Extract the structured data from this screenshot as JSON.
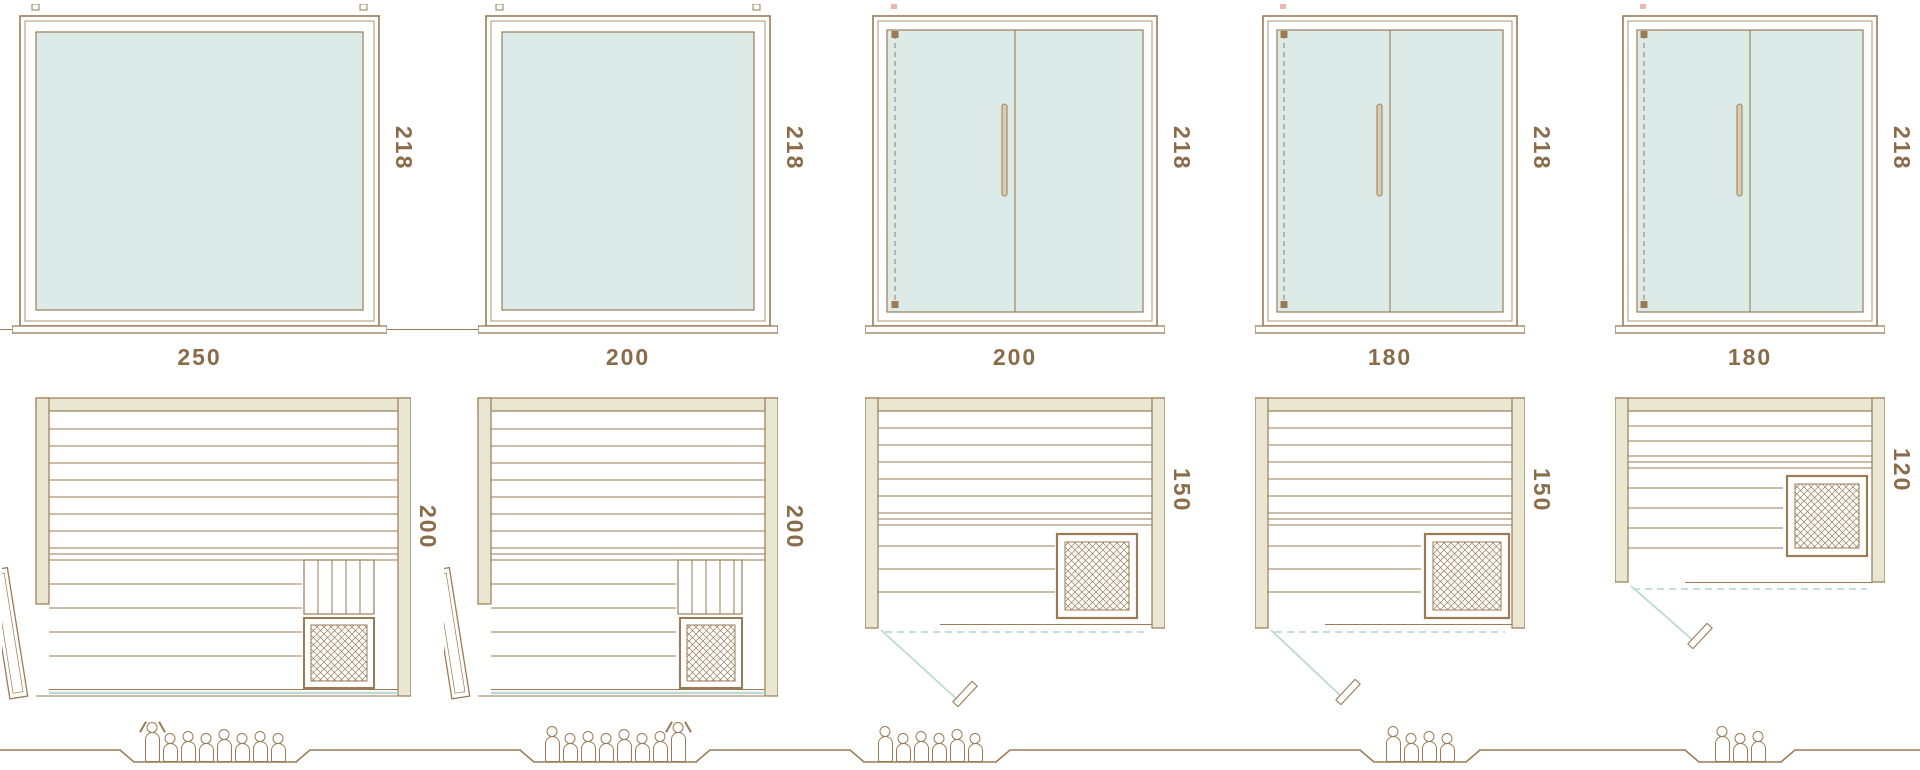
{
  "diagram": {
    "title": "sauna-size-comparison",
    "colors": {
      "line": "#9a7b55",
      "glass": "#dcebe8",
      "wall": "#e9e6d2",
      "door_swing": "#bcd9d5",
      "label": "#8a6c49",
      "marker_pink": "#e9b8b0"
    },
    "models": [
      {
        "width_cm": "250",
        "height_cm": "218",
        "depth_cm": "200",
        "front": "glass-panel",
        "door": "side-hinged-left",
        "capacity": 8
      },
      {
        "width_cm": "200",
        "height_cm": "218",
        "depth_cm": "200",
        "front": "glass-panel",
        "door": "side-hinged-left",
        "capacity": 8
      },
      {
        "width_cm": "200",
        "height_cm": "218",
        "depth_cm": "150",
        "front": "double-glass-door",
        "door": "front-left",
        "capacity": 6
      },
      {
        "width_cm": "180",
        "height_cm": "218",
        "depth_cm": "150",
        "front": "double-glass-door",
        "door": "front-left",
        "capacity": 4
      },
      {
        "width_cm": "180",
        "height_cm": "218",
        "depth_cm": "120",
        "front": "double-glass-door",
        "door": "front-left",
        "capacity": 3
      }
    ]
  }
}
